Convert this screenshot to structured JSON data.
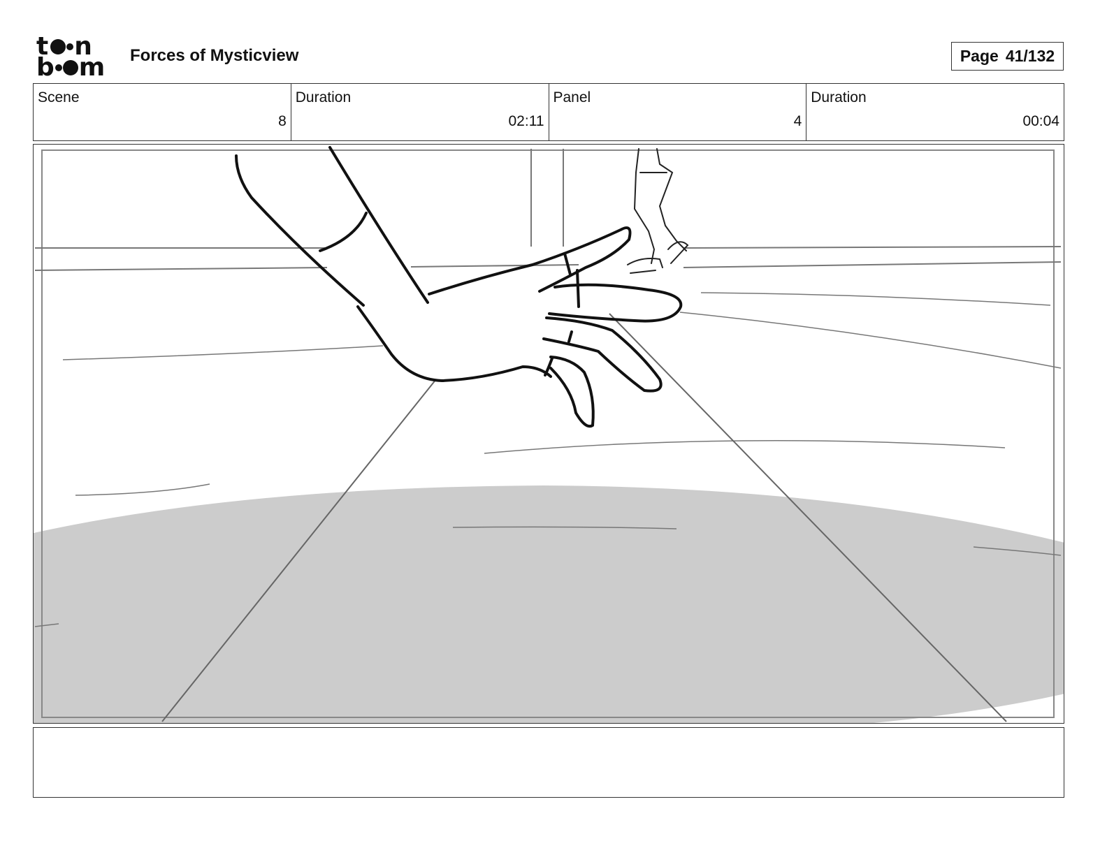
{
  "header": {
    "logo": {
      "line1": [
        "t",
        "n"
      ],
      "line2": [
        "b",
        "m"
      ],
      "alt": "toon boom"
    },
    "title": "Forces of Mysticview",
    "page_label": "Page",
    "page_number": "41/132"
  },
  "info": {
    "scene_label": "Scene",
    "scene_value": "8",
    "scene_duration_label": "Duration",
    "scene_duration_value": "02:11",
    "panel_label": "Panel",
    "panel_value": "4",
    "panel_duration_label": "Duration",
    "panel_duration_value": "00:04"
  },
  "colors": {
    "ink": "#111111",
    "floor_shadow": "#cccccc",
    "frame": "#333333"
  },
  "drawing": {
    "subject": "hand reaching over ice rink, skater feet in background"
  },
  "notes": {
    "text": ""
  }
}
